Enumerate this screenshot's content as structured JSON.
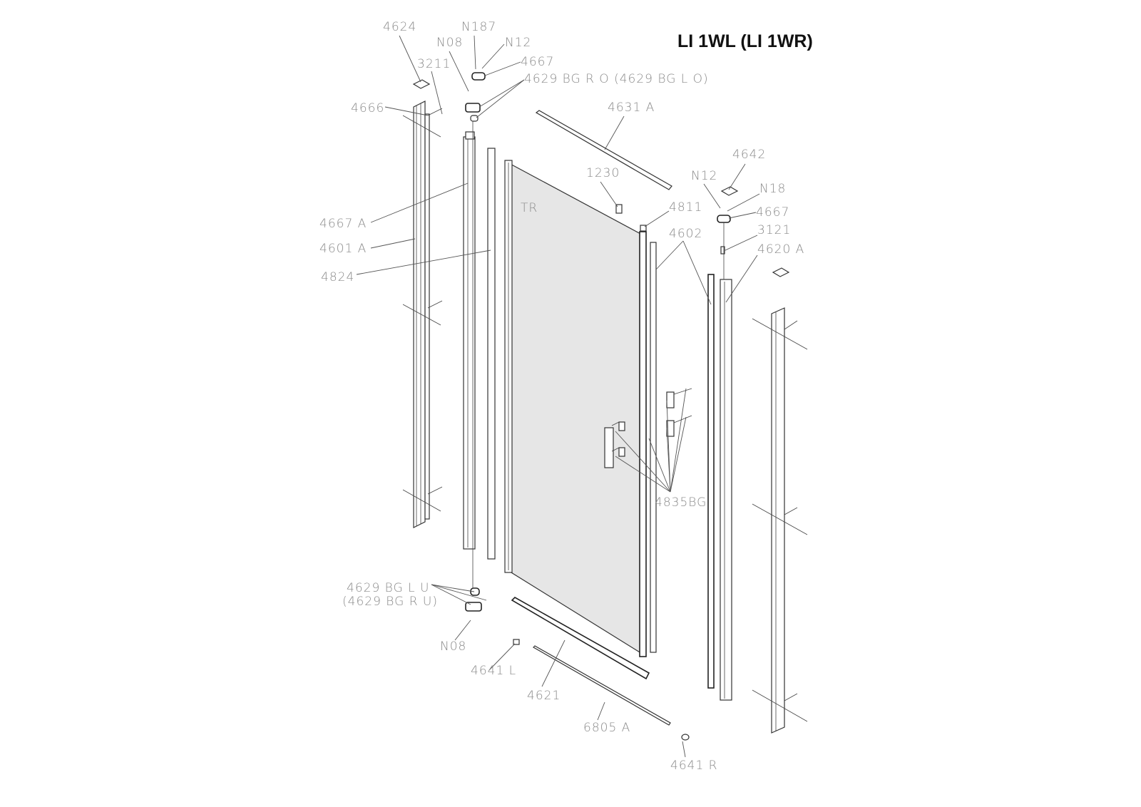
{
  "title": "LI 1WL (LI 1WR)",
  "labels": {
    "p4624": "4624",
    "n187": "N187",
    "n08_top": "N08",
    "n12_top": "N12",
    "p3211": "3211",
    "p4667_top": "4667",
    "p4629_top": "4629 BG R O (4629 BG L O)",
    "p4666": "4666",
    "p4631a": "4631 A",
    "p4642": "4642",
    "p1230": "1230",
    "n12_right": "N12",
    "n18": "N18",
    "tr": "TR",
    "p4811": "4811",
    "p4667_right": "4667",
    "p4667a": "4667 A",
    "p4602": "4602",
    "p3121": "3121",
    "p4620a": "4620 A",
    "p4601a": "4601 A",
    "p4824": "4824",
    "p4835bg": "4835BG",
    "p4629_bottom_1": "4629 BG L U",
    "p4629_bottom_2": "(4629 BG R U)",
    "n08_bottom": "N08",
    "p4641l": "4641 L",
    "p4621": "4621",
    "p6805a": "6805 A",
    "p4641r": "4641 R"
  },
  "colors": {
    "glass": "#e6e6e6",
    "label": "#8a8a8a"
  }
}
